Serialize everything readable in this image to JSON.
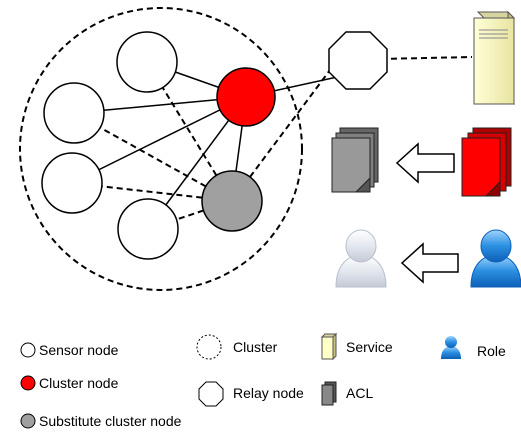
{
  "legend": {
    "sensor_node": "Sensor node",
    "cluster_node": "Cluster  node",
    "substitute_cluster_node": "Substitute cluster  node",
    "cluster": "Cluster",
    "relay_node": "Relay node",
    "service": "Service",
    "acl": "ACL",
    "role": "Role"
  },
  "colors": {
    "cluster_node": "#ff0000",
    "substitute_cluster_node": "#a0a0a0",
    "sensor_node": "#ffffff",
    "role_active": "#2b8fe0",
    "role_inactive": "#dde2ec",
    "acl_active": "#ff0000",
    "acl_inactive": "#808080",
    "service": "#ffffc8"
  }
}
